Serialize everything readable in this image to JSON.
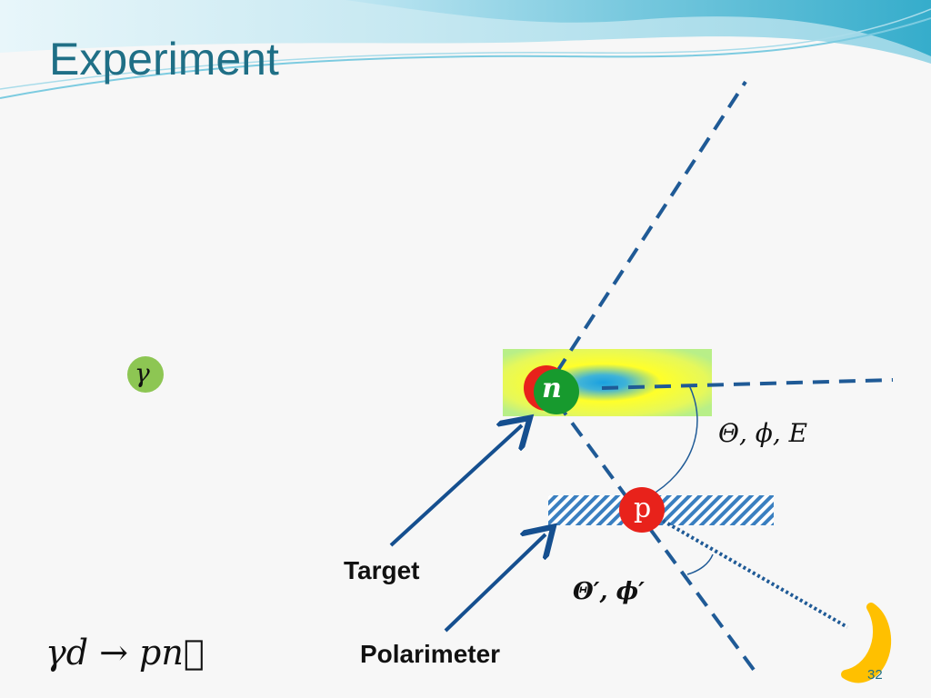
{
  "slide": {
    "title": "Experiment",
    "page_number": "32"
  },
  "particles": {
    "photon": "γ",
    "neutron": "n",
    "proton": "p"
  },
  "labels": {
    "target": "Target",
    "polarimeter": "Polarimeter",
    "scatter_angles_1": "Θ, ϕ, E",
    "scatter_angles_2": "Θ′, ϕ′",
    "reaction": "γd → pn⃗"
  },
  "colors": {
    "title": "#1f6f86",
    "dashed_line": "#1f5a96",
    "arrow": "#154f8f",
    "photon_ball": "#8dc653",
    "neutron_ball": "#179a2e",
    "proton_ball": "#e8221b",
    "detector_arc": "#ffc000"
  }
}
